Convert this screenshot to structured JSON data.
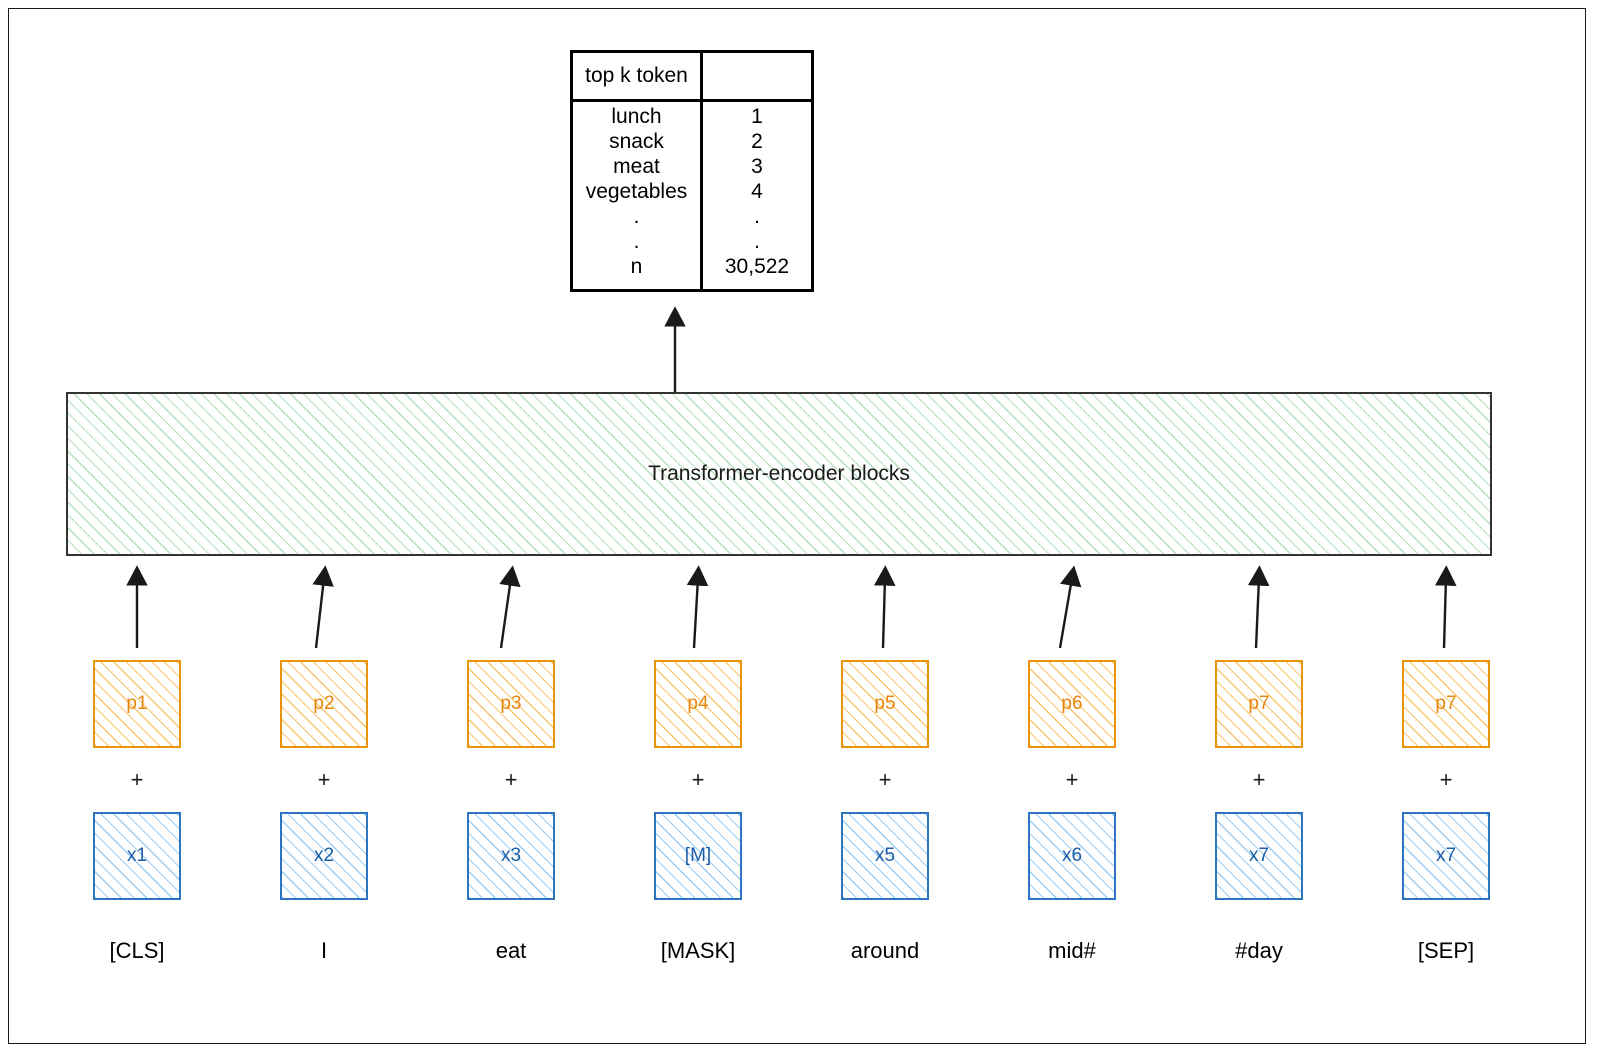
{
  "diagram": {
    "title_block_label": "Transformer-encoder blocks",
    "plus_symbol": "+",
    "colors": {
      "position_embedding": "#e8850b",
      "token_embedding": "#1d5fa8",
      "encoder_block": "#78c882",
      "border": "#000000"
    }
  },
  "topk_table": {
    "headers": [
      "top k token",
      ""
    ],
    "rows": [
      {
        "token": "lunch",
        "rank": "1"
      },
      {
        "token": "snack",
        "rank": "2"
      },
      {
        "token": "meat",
        "rank": "3"
      },
      {
        "token": "vegetables",
        "rank": "4"
      },
      {
        "token": ".",
        "rank": "."
      },
      {
        "token": ".",
        "rank": "."
      },
      {
        "token": "n",
        "rank": "30,522"
      }
    ]
  },
  "tokens": [
    {
      "position": "p1",
      "embedding": "x1",
      "word": "[CLS]"
    },
    {
      "position": "p2",
      "embedding": "x2",
      "word": "I"
    },
    {
      "position": "p3",
      "embedding": "x3",
      "word": "eat"
    },
    {
      "position": "p4",
      "embedding": "[M]",
      "word": "[MASK]"
    },
    {
      "position": "p5",
      "embedding": "x5",
      "word": "around"
    },
    {
      "position": "p6",
      "embedding": "x6",
      "word": "mid#"
    },
    {
      "position": "p7",
      "embedding": "x7",
      "word": "#day"
    },
    {
      "position": "p7",
      "embedding": "x7",
      "word": "[SEP]"
    }
  ]
}
